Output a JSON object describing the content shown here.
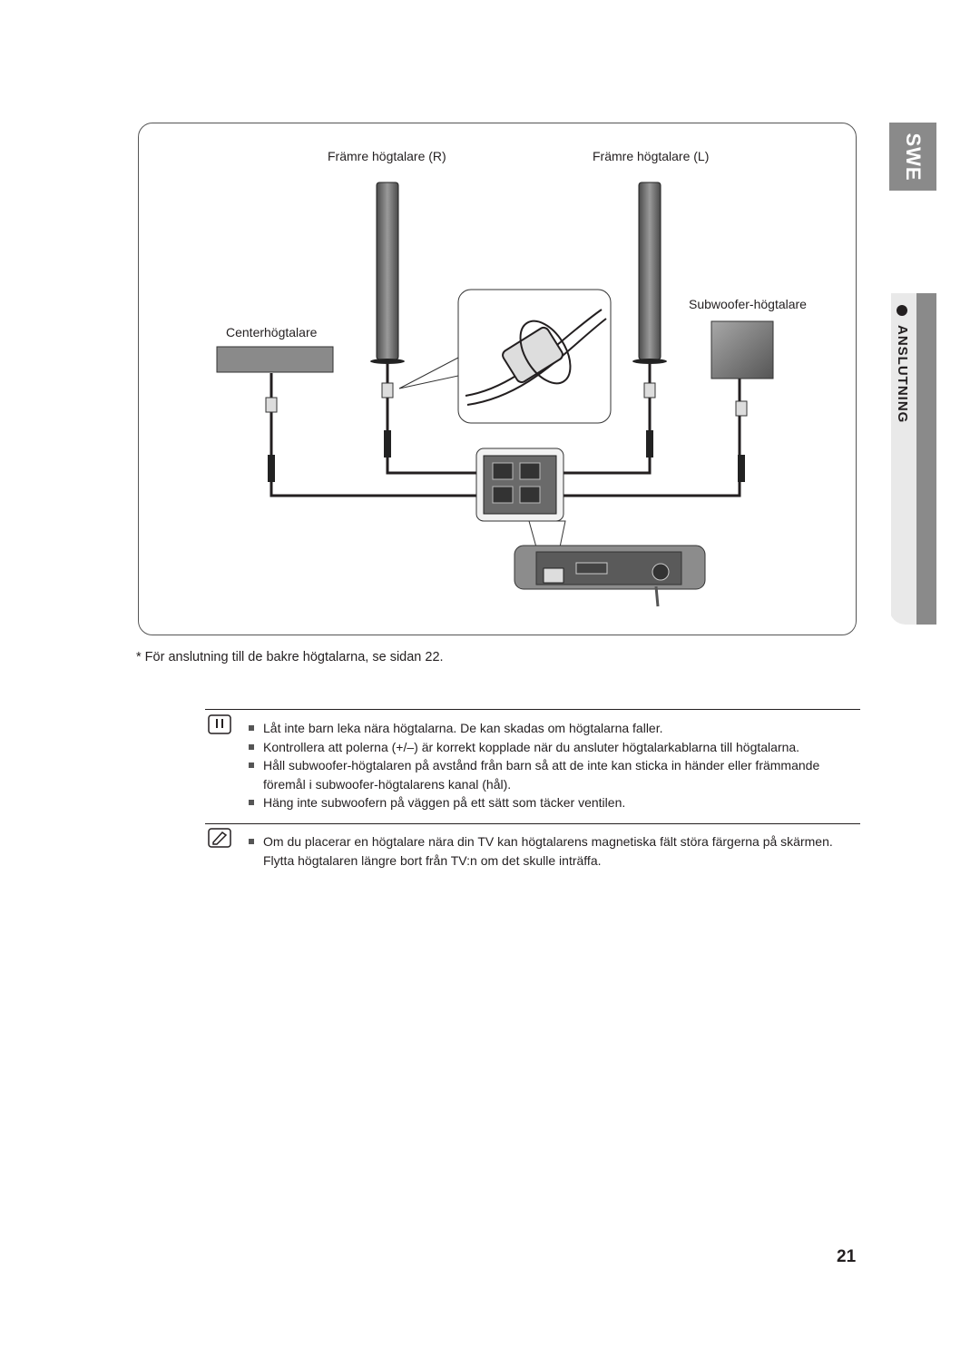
{
  "side_tabs": {
    "language": "SWE",
    "section": "ANSLUTNING"
  },
  "diagram": {
    "front_right_label": "Främre högtalare (R)",
    "front_left_label": "Främre högtalare (L)",
    "subwoofer_label": "Subwoofer-högtalare",
    "center_label": "Centerhögtalare"
  },
  "footnote": "* För anslutning till de bakre högtalarna, se sidan 22.",
  "caution": {
    "icon": "caution-icon",
    "items": [
      "Låt inte barn leka nära högtalarna. De kan skadas om högtalarna faller.",
      "Kontrollera att polerna (+/–) är korrekt kopplade när du ansluter högtalarkablarna till högtalarna.",
      "Håll subwoofer-högtalaren på avstånd från barn så att de inte kan sticka in händer eller främmande föremål i subwoofer-högtalarens kanal (hål).",
      "Häng inte subwoofern på väggen på ett sätt som täcker ventilen."
    ]
  },
  "note": {
    "icon": "note-icon",
    "items": [
      "Om du placerar en högtalare nära din TV kan högtalarens magnetiska fält störa färgerna på skärmen. Flytta högtalaren längre bort från TV:n om det skulle inträffa."
    ]
  },
  "page_number": "21"
}
